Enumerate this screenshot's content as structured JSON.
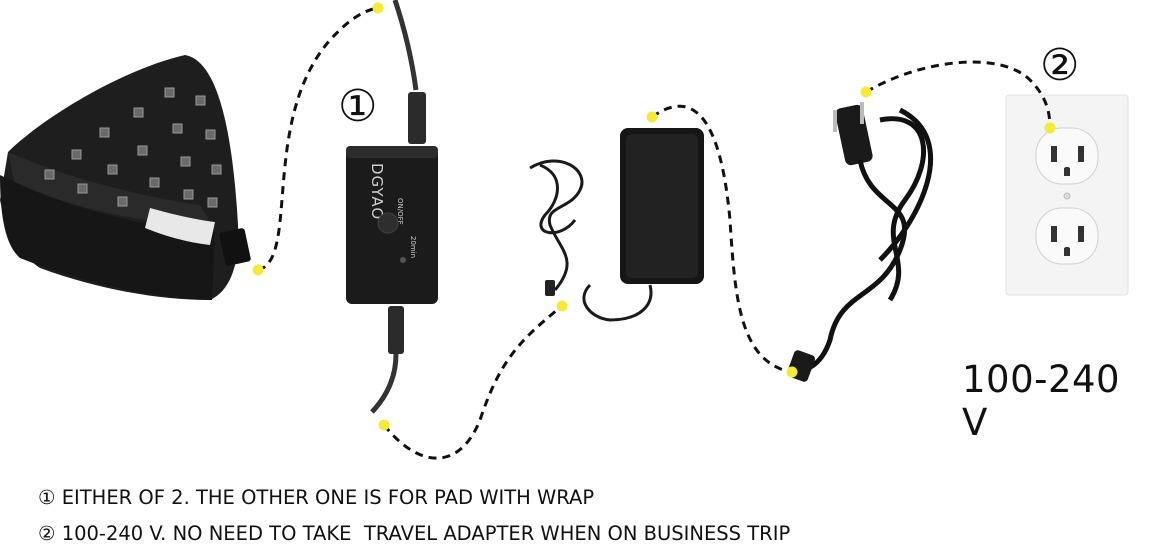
{
  "markers": {
    "one": "①",
    "two": "②"
  },
  "outlet": {
    "voltage_label": "100-240 V"
  },
  "controller": {
    "brand": "DGYAO",
    "switch_label": "ON/OFF",
    "timer_label": "20min"
  },
  "notes": [
    {
      "marker": "①",
      "text": "EITHER OF 2. THE OTHER ONE IS FOR PAD WITH WRAP"
    },
    {
      "marker": "②",
      "text": "100-240 V. NO NEED TO TAKE  TRAVEL ADAPTER WHEN ON BUSINESS TRIP"
    }
  ],
  "colors": {
    "connector_dot": "#f5ea3a",
    "dashed_line": "#111111",
    "device_body": "#1b1b1b",
    "outlet_plate": "#f4f4f4"
  }
}
